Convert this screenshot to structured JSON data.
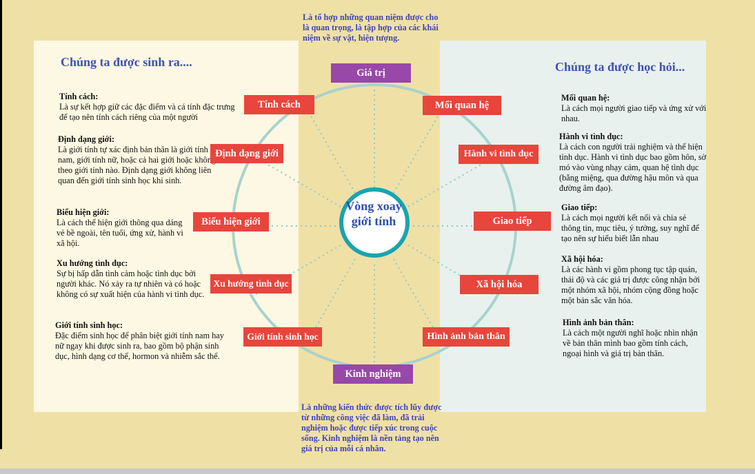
{
  "left_panel": {
    "title": "Chúng ta được sinh ra....",
    "items": [
      {
        "term": "Tính cách:",
        "desc": "Là sự kết hợp giữ các đặc điểm và cá tính đặc trưng để tạo nên tính cách riêng của một người"
      },
      {
        "term": "Định dạng giới:",
        "desc": "Là giới tính tự xác định bản thân là giới tính nam, giới tính nữ, hoặc cả hai giới hoặc không theo giới tính nào. Định dạng giới không liên quan đến giới tính sinh học khi sinh."
      },
      {
        "term": "Biểu hiện giới:",
        "desc": "Là cách thể hiện giới thông qua dáng vẻ bề ngoài, tên tuổi, ứng xử, hành vi xã hội."
      },
      {
        "term": "Xu hướng tình dục:",
        "desc": "Sự bị hấp dẫn tình cảm hoặc tình dục bởi người khác. Nó xảy ra tự nhiên và có hoặc không có sự xuất hiện của hành vi tình dục."
      },
      {
        "term": "Giới tính sinh học:",
        "desc": "Đặc điểm sinh học để phân biệt giới tính nam hay nữ ngay khi được sinh ra, bao gồm bộ phận sinh dục, hình dạng cơ thể, hormon và nhiễm sắc thể."
      }
    ]
  },
  "right_panel": {
    "title": "Chúng ta được học hỏi...",
    "items": [
      {
        "term": "Mối quan hệ:",
        "desc": "Là cách mọi người giao tiếp và ứng xử với nhau."
      },
      {
        "term": "Hành vi tình dục:",
        "desc": "Là cách con người trải nghiệm và thể hiện tình dục. Hành vi tình dục bao gồm hôn, sờ mó vào vùng nhạy cảm, quan hệ tình dục (bằng miệng, qua đường hậu môn và qua đường âm đạo)."
      },
      {
        "term": "Giao tiếp:",
        "desc": "Là cách mọi người kết nối và chia sẻ thông tin, mục tiêu, ý tưởng, suy nghĩ để tạo nên sự hiểu biết lẫn nhau"
      },
      {
        "term": "Xã hội hóa:",
        "desc": "Là các hành vi gồm phong tục tập quán, thái độ và các giá trị được công nhận bởi một nhóm xã hội, nhóm cộng đồng hoặc một bản sắc văn hóa."
      },
      {
        "term": "Hình ảnh bản thân:",
        "desc": "Là cách một người nghĩ hoặc nhìn nhận về bản thân mình bao gồm tính cách, ngoại hình và giá trị bản thân."
      }
    ]
  },
  "top_note": "Là tổ hợp những quan niệm được cho là quan trọng, là tập hợp của các khái niệm về sự vật, hiện tượng.",
  "bottom_note": "Là những kiến thức được tích lũy được từ những công việc đã làm, đã trải nghiệm hoặc được tiếp xúc trong cuộc sống. Kinh nghiệm là nền tảng tạo nên giá trị của mỗi cá nhân.",
  "wheel": {
    "center": "Vòng xoay giới tính",
    "labels": {
      "gia_tri": "Giá trị",
      "kinh_nghiem": "Kinh nghiệm",
      "tinh_cach": "Tính cách",
      "dinh_dang_gioi": "Định dạng giới",
      "bieu_hien_gioi": "Biểu hiện giới",
      "xu_huong_tinh_duc": "Xu hướng tình dục",
      "gioi_tinh_sinh_hoc": "Giới tính sinh học",
      "moi_quan_he": "Mối quan hệ",
      "hanh_vi_tinh_duc": "Hành vi tình dục",
      "giao_tiep": "Giao tiếp",
      "xa_hoi_hoa": "Xã hội hóa",
      "hinh_anh_ban_than": "Hình ảnh bản thân"
    }
  },
  "colors": {
    "background": "#efe0a6",
    "left_panel": "#fcf8e3",
    "right_panel": "#e8f1ee",
    "label_red": "#e8453c",
    "label_purple": "#9848a8",
    "ring": "#a8d3cd",
    "hub_ring": "#1aa3b0",
    "title_blue": "#3f51b5"
  }
}
